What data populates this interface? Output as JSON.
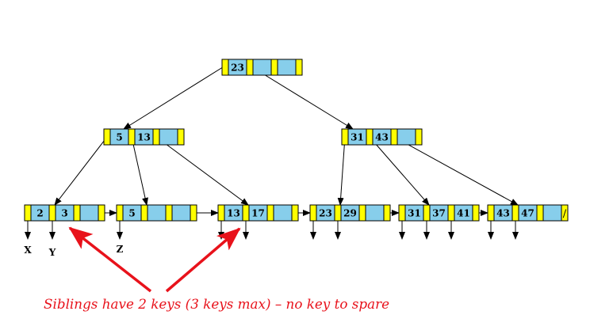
{
  "colors": {
    "pointer_slot": "#ffff00",
    "key_slot": "#87ceeb",
    "outline": "#000000",
    "annotation": "#e8121b",
    "background": "#ffffff"
  },
  "tree": {
    "root": {
      "keys": [
        "23",
        "",
        ""
      ]
    },
    "internal": [
      {
        "keys": [
          "5",
          "13",
          ""
        ]
      },
      {
        "keys": [
          "31",
          "43",
          ""
        ]
      }
    ],
    "leaves": [
      {
        "keys": [
          "2",
          "3",
          ""
        ],
        "end_mark": ""
      },
      {
        "keys": [
          "5",
          "",
          ""
        ],
        "end_mark": ""
      },
      {
        "keys": [
          "13",
          "17",
          ""
        ],
        "end_mark": ""
      },
      {
        "keys": [
          "23",
          "29",
          ""
        ],
        "end_mark": ""
      },
      {
        "keys": [
          "31",
          "37",
          "41"
        ],
        "end_mark": ""
      },
      {
        "keys": [
          "43",
          "47",
          ""
        ],
        "end_mark": "/"
      }
    ]
  },
  "record_labels": [
    "X",
    "Y",
    "Z"
  ],
  "annotation": {
    "text": "Siblings have 2 keys (3 keys max) – no key to spare"
  }
}
